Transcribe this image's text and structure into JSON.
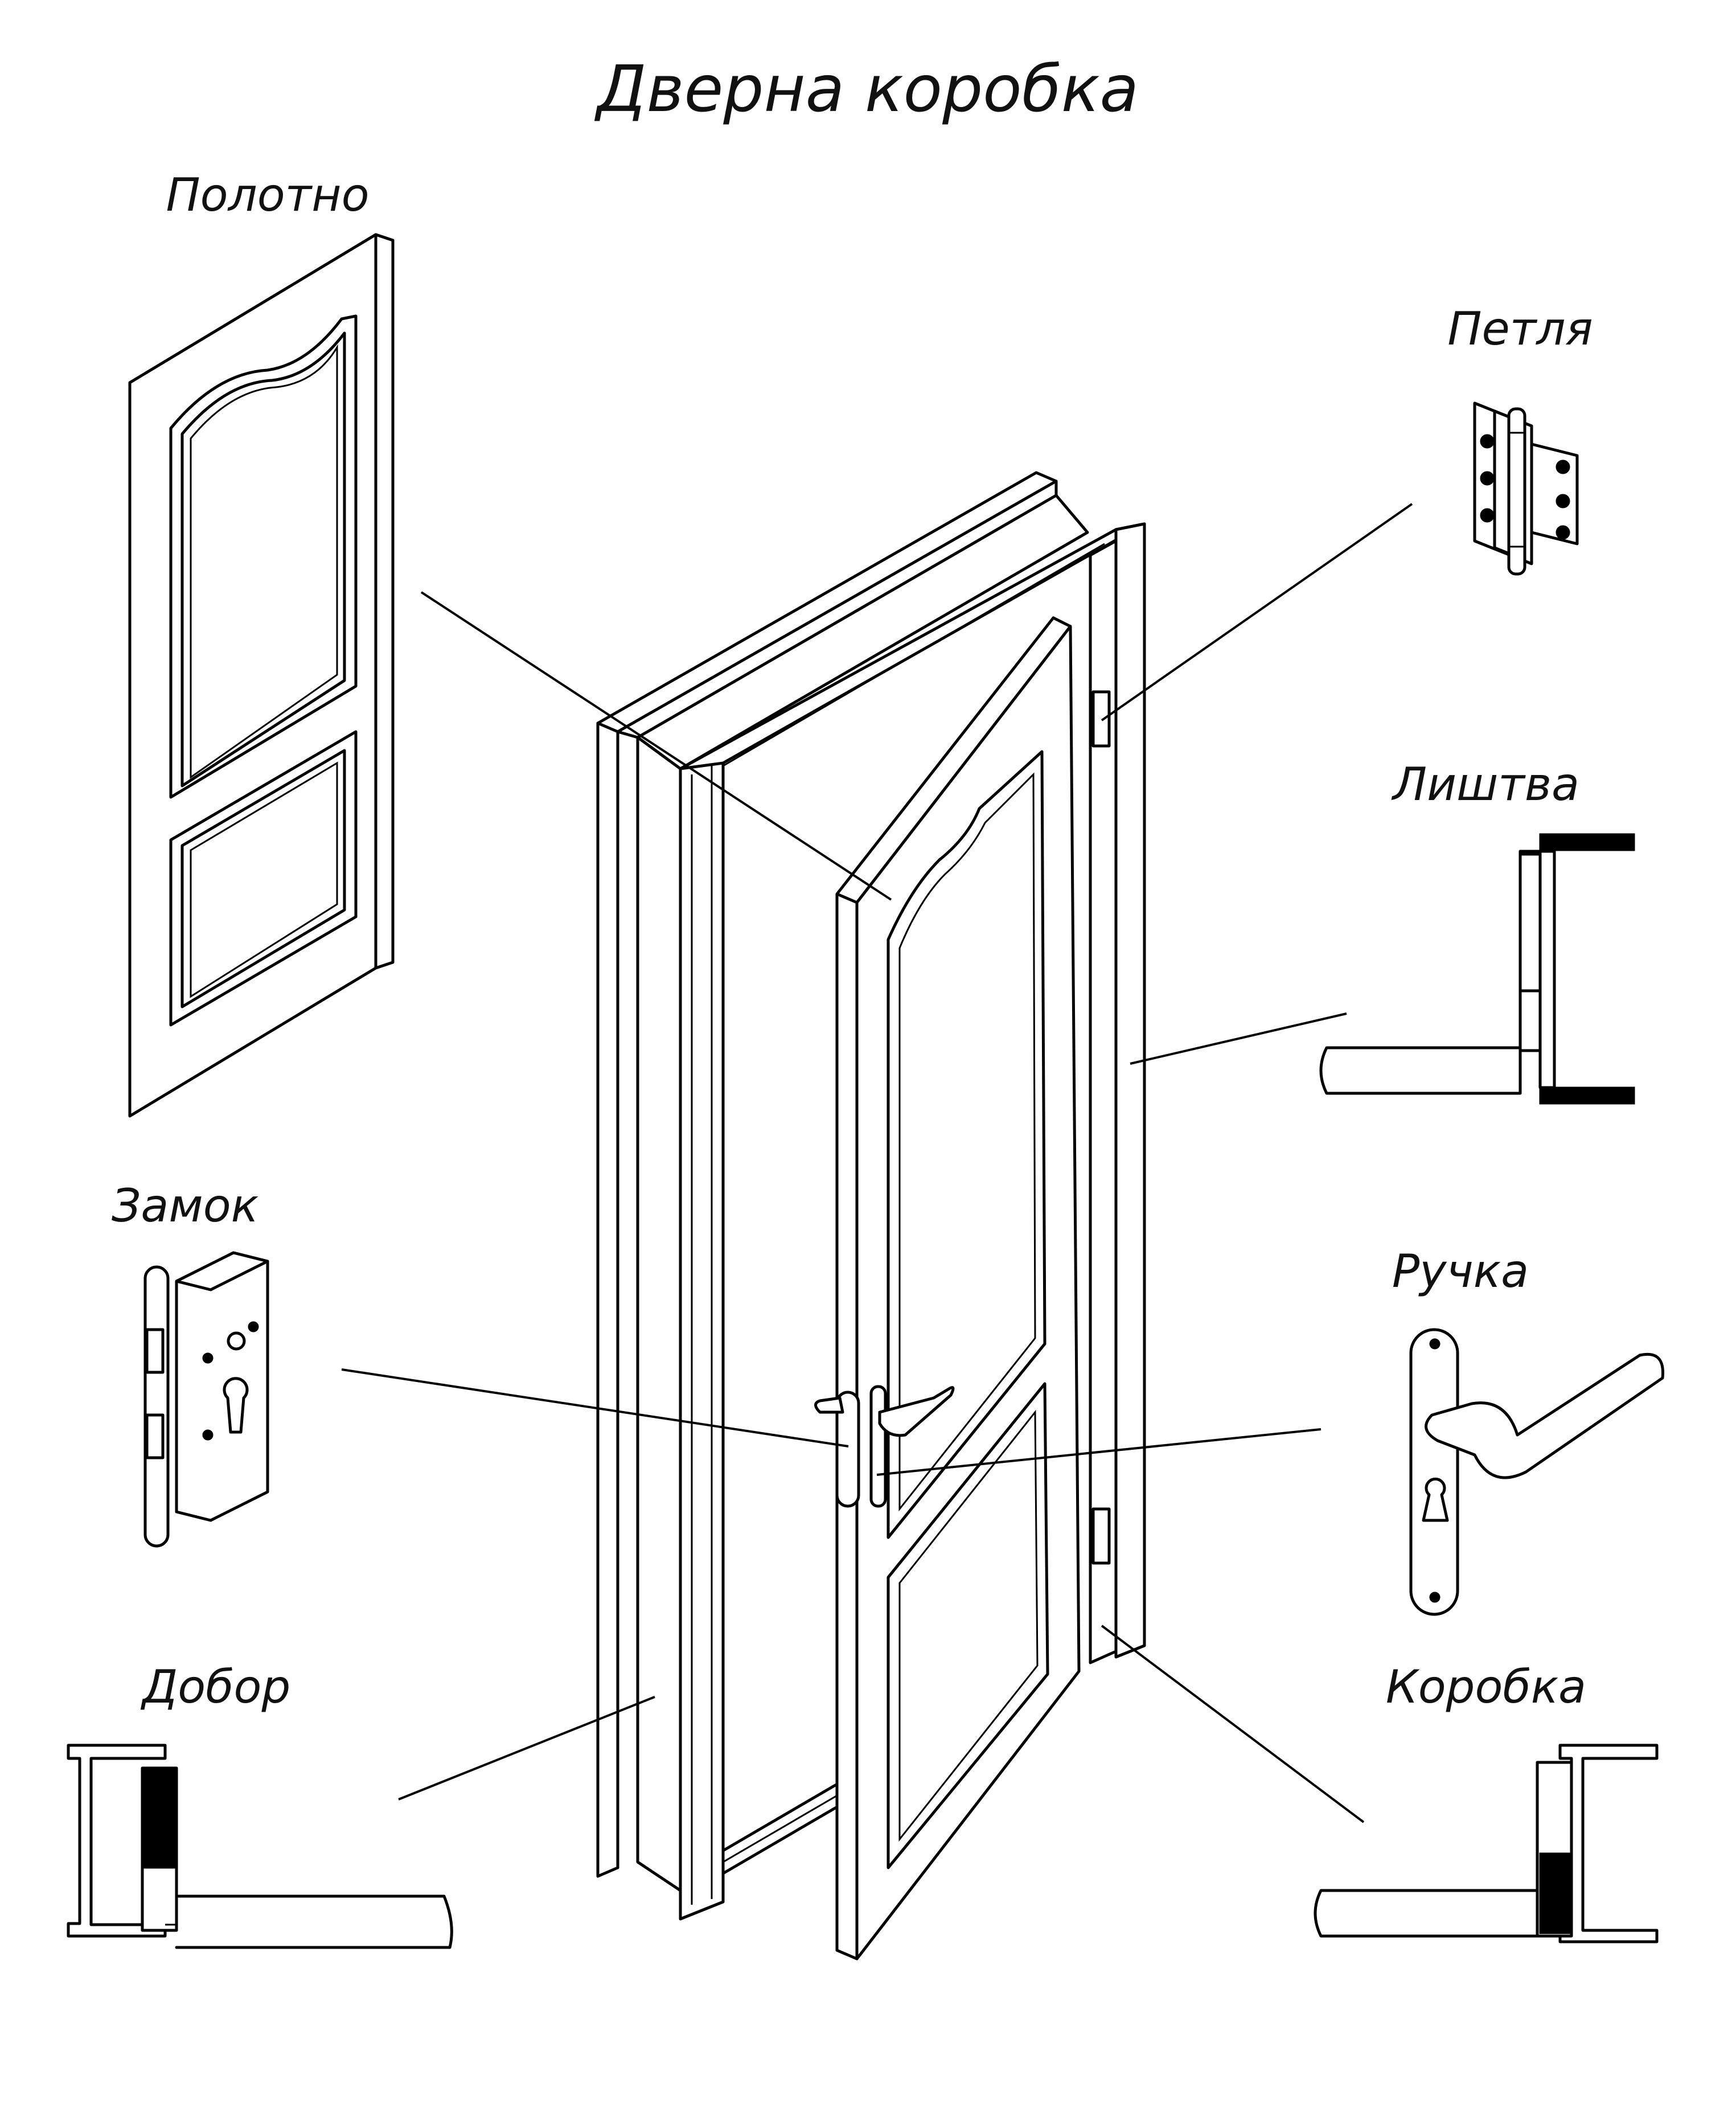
{
  "title": "Дверна коробка",
  "labels": {
    "door_leaf": "Полотно",
    "hinge": "Петля",
    "casing": "Лиштва",
    "lock": "Замок",
    "handle": "Ручка",
    "extension": "Добор",
    "frame": "Коробка"
  }
}
